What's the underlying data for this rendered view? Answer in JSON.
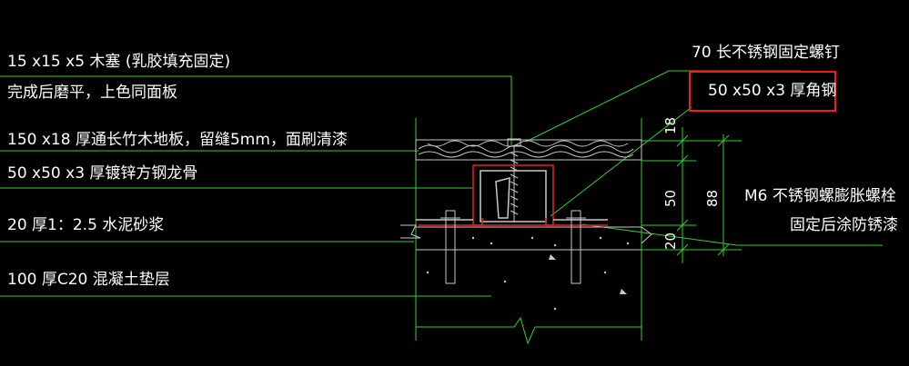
{
  "labels": {
    "wood_plug": "15 x15 x5 木塞 (乳胶填充固定)",
    "finish_note": "完成后磨平，上色同面板",
    "bamboo_floor": "150 x18 厚通长竹木地板，留缝5mm，面刷清漆",
    "keel": "50 x50 x3 厚镀锌方钢龙骨",
    "mortar": "20 厚1：2.5 水泥砂浆",
    "concrete": "100 厚C20 混凝土垫层",
    "screw": "70 长不锈钢固定螺钉",
    "angle_steel": "50 x50 x3 厚角钢",
    "bolt_line1": "M6 不锈钢螺膨胀螺栓",
    "bolt_line2": "固定后涂防锈漆"
  },
  "dimensions": {
    "top": "18",
    "middle": "50",
    "bottom": "20",
    "total": "88"
  },
  "colors": {
    "background": "#000000",
    "leader": "#2fd12f",
    "structure": "#c8c8c8",
    "steel": "#e8201c",
    "text": "#ffffff",
    "highlight": "#e8201c"
  }
}
